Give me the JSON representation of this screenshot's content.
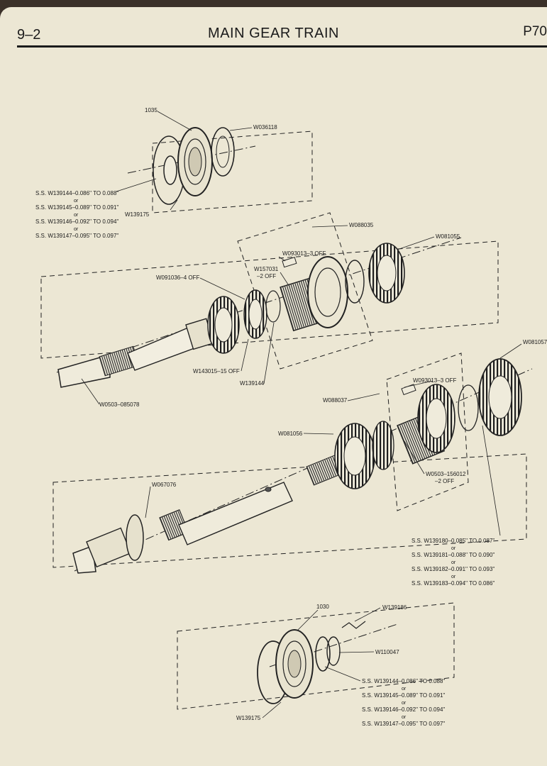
{
  "header": {
    "section": "9–2",
    "title": "MAIN GEAR TRAIN",
    "page_code": "P70"
  },
  "labels": {
    "l1035": "1035",
    "w036118": "W036118",
    "w139175_top": "W139175",
    "w088035": "W088035",
    "w081055": "W081055",
    "w093013_top": "W093013–3 OFF",
    "w157031_a": "W157031",
    "w157031_b": "–2 OFF",
    "w091036": "W091036–4 OFF",
    "w143015": "W143015–15 OFF",
    "w139144": "W139144",
    "w0503_085078": "W0503–085078",
    "w081057": "W081057",
    "w093013_mid": "W093013–3 OFF",
    "w088037": "W088037",
    "w081056": "W081056",
    "w0503_156012_a": "W0503–156012",
    "w0503_156012_b": "–2 OFF",
    "w067076": "W067076",
    "l1030": "1030",
    "w139186": "W139186",
    "w110047": "W110047",
    "w139175_bot": "W139175"
  },
  "shims_top": {
    "items": [
      "S.S. W139144–0.086'' TO 0.088''",
      "S.S. W139145–0.089'' TO 0.091''",
      "S.S. W139146–0.092'' TO 0.094''",
      "S.S. W139147–0.095'' TO 0.097''"
    ],
    "or": "or"
  },
  "shims_mid": {
    "items": [
      "S.S. W139180–0.085'' TO 0.087''",
      "S.S. W139181–0.088'' TO 0.090''",
      "S.S. W139182–0.091'' TO 0.093''",
      "S.S. W139183–0.094'' TO 0.086''"
    ],
    "or": "or"
  },
  "shims_bot": {
    "items": [
      "S.S. W139144–0.086'' TO 0.088''",
      "S.S. W139145–0.089'' TO 0.091''",
      "S.S. W139146–0.092'' TO 0.094''",
      "S.S. W139147–0.095'' TO 0.097''"
    ],
    "or": "or"
  }
}
